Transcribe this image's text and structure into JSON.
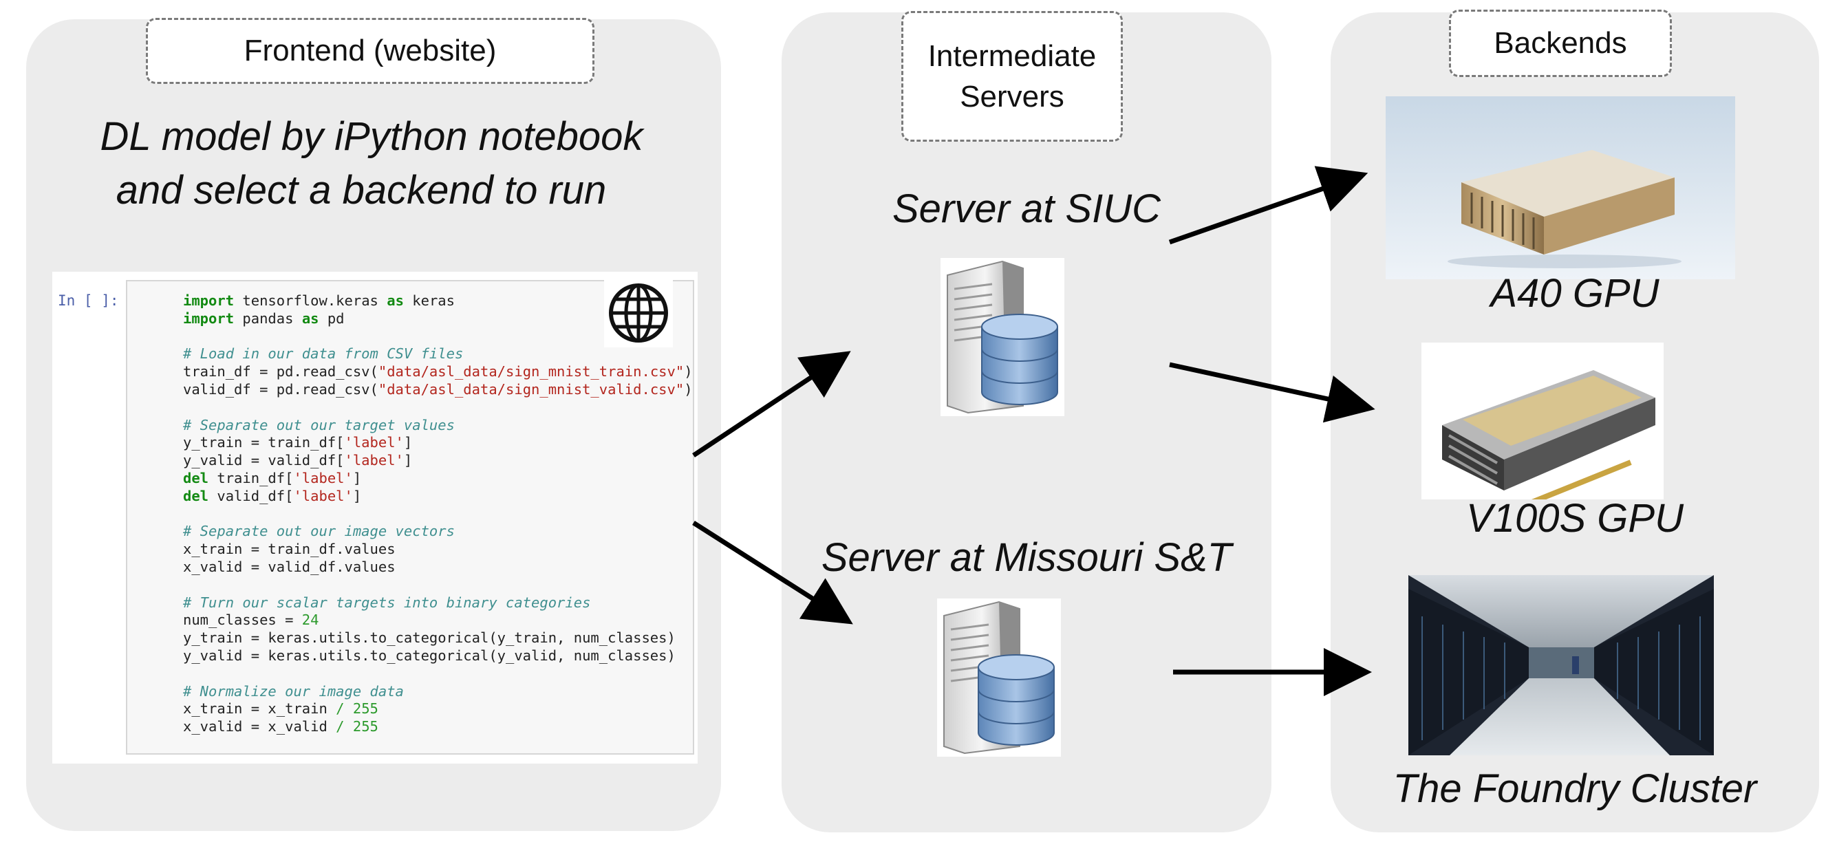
{
  "frontend": {
    "tag": "Frontend (website)",
    "description_line1": "DL model by iPython notebook",
    "description_line2": "and select a backend to run",
    "notebook": {
      "prompt": "In [ ]:",
      "code_lines": [
        [
          [
            "kw",
            "import"
          ],
          [
            "t",
            " tensorflow.keras "
          ],
          [
            "kw",
            "as"
          ],
          [
            "t",
            " keras"
          ]
        ],
        [
          [
            "kw",
            "import"
          ],
          [
            "t",
            " pandas "
          ],
          [
            "kw",
            "as"
          ],
          [
            "t",
            " pd"
          ]
        ],
        [
          [
            "t",
            ""
          ]
        ],
        [
          [
            "cm",
            "# Load in our data from CSV files"
          ]
        ],
        [
          [
            "t",
            "train_df = pd.read_csv("
          ],
          [
            "st",
            "\"data/asl_data/sign_mnist_train.csv\""
          ],
          [
            "t",
            ")"
          ]
        ],
        [
          [
            "t",
            "valid_df = pd.read_csv("
          ],
          [
            "st",
            "\"data/asl_data/sign_mnist_valid.csv\""
          ],
          [
            "t",
            ")"
          ]
        ],
        [
          [
            "t",
            ""
          ]
        ],
        [
          [
            "cm",
            "# Separate out our target values"
          ]
        ],
        [
          [
            "t",
            "y_train = train_df["
          ],
          [
            "st",
            "'label'"
          ],
          [
            "t",
            "]"
          ]
        ],
        [
          [
            "t",
            "y_valid = valid_df["
          ],
          [
            "st",
            "'label'"
          ],
          [
            "t",
            "]"
          ]
        ],
        [
          [
            "kw",
            "del"
          ],
          [
            "t",
            " train_df["
          ],
          [
            "st",
            "'label'"
          ],
          [
            "t",
            "]"
          ]
        ],
        [
          [
            "kw",
            "del"
          ],
          [
            "t",
            " valid_df["
          ],
          [
            "st",
            "'label'"
          ],
          [
            "t",
            "]"
          ]
        ],
        [
          [
            "t",
            ""
          ]
        ],
        [
          [
            "cm",
            "# Separate out our image vectors"
          ]
        ],
        [
          [
            "t",
            "x_train = train_df.values"
          ]
        ],
        [
          [
            "t",
            "x_valid = valid_df.values"
          ]
        ],
        [
          [
            "t",
            ""
          ]
        ],
        [
          [
            "cm",
            "# Turn our scalar targets into binary categories"
          ]
        ],
        [
          [
            "t",
            "num_classes = "
          ],
          [
            "nm",
            "24"
          ]
        ],
        [
          [
            "t",
            "y_train = keras.utils.to_categorical(y_train, num_classes)"
          ]
        ],
        [
          [
            "t",
            "y_valid = keras.utils.to_categorical(y_valid, num_classes)"
          ]
        ],
        [
          [
            "t",
            ""
          ]
        ],
        [
          [
            "cm",
            "# Normalize our image data"
          ]
        ],
        [
          [
            "t",
            "x_train = x_train "
          ],
          [
            "nm",
            "/ 255"
          ]
        ],
        [
          [
            "t",
            "x_valid = x_valid "
          ],
          [
            "nm",
            "/ 255"
          ]
        ]
      ]
    }
  },
  "intermediate": {
    "tag_line1": "Intermediate",
    "tag_line2": "Servers",
    "server1_label": "Server at SIUC",
    "server2_label": "Server at Missouri S&T"
  },
  "backends": {
    "tag": "Backends",
    "items": [
      {
        "label": "A40 GPU"
      },
      {
        "label": "V100S GPU"
      },
      {
        "label": "The Foundry Cluster"
      }
    ]
  },
  "colors": {
    "panel": "#ececec",
    "arrow": "#000000",
    "dashed_border": "#7a7a7a"
  }
}
